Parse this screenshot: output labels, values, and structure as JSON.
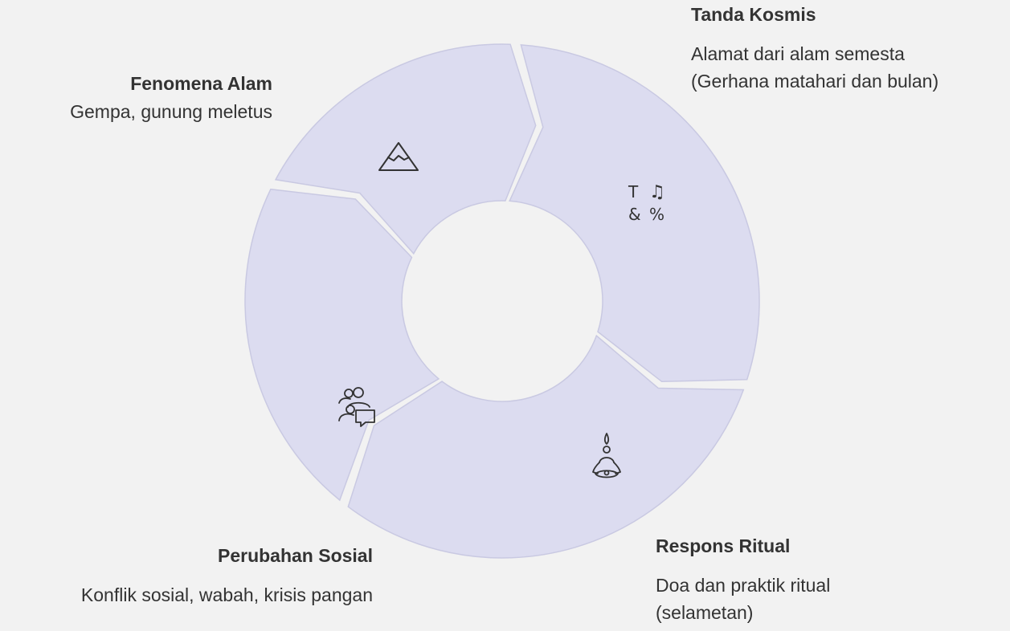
{
  "diagram": {
    "colors": {
      "background": "#f2f2f2",
      "segment_fill": "#dcdcf0",
      "segment_stroke": "#c9c9e2",
      "icon_stroke": "#333333",
      "text": "#333333"
    },
    "segments": [
      {
        "id": "fenomena-alam",
        "title": "Fenomena Alam",
        "description": "Gempa, gunung meletus",
        "icon": "mountain-icon"
      },
      {
        "id": "tanda-kosmis",
        "title": "Tanda Kosmis",
        "description": "Alamat dari alam semesta\n(Gerhana matahari dan bulan)",
        "icon": "symbols-icon"
      },
      {
        "id": "respons-ritual",
        "title": "Respons Ritual",
        "description": "Doa dan praktik ritual\n(selametan)",
        "icon": "meditation-icon"
      },
      {
        "id": "perubahan-sosial",
        "title": "Perubahan Sosial",
        "description": "Konflik sosial, wabah, krisis pangan",
        "icon": "people-chat-icon"
      }
    ]
  }
}
